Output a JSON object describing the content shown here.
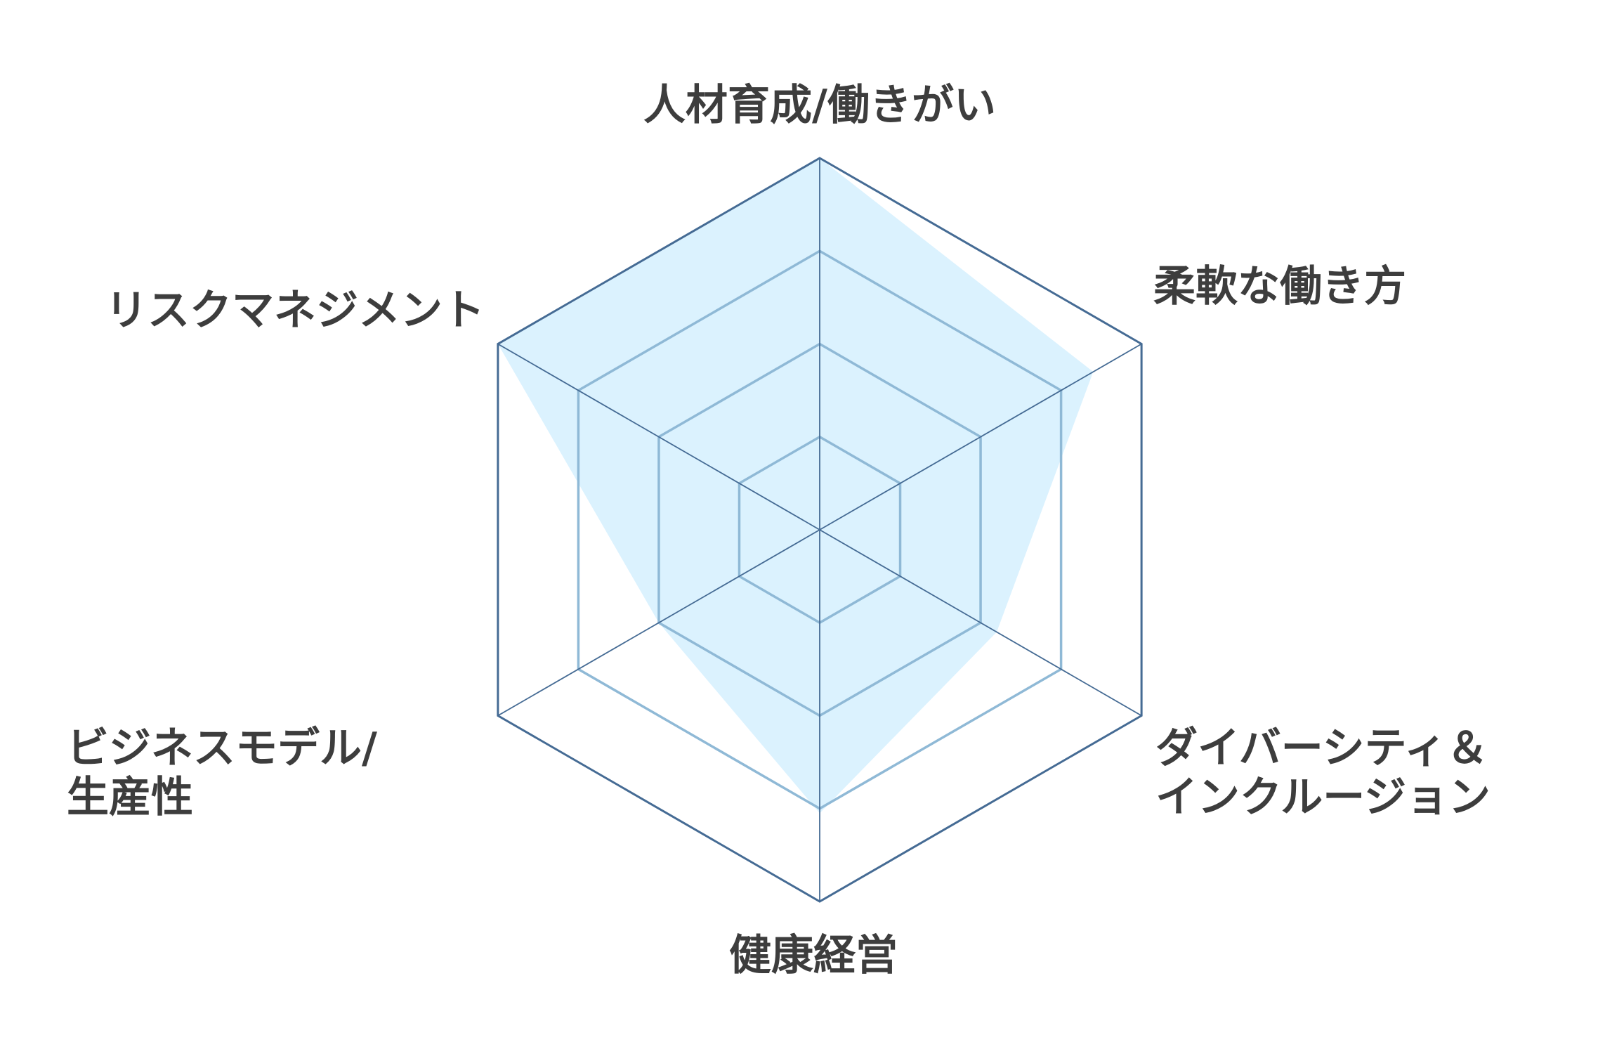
{
  "chart_data": {
    "type": "radar",
    "title": "",
    "axes": [
      {
        "label_lines": [
          "人材育成/働きがい"
        ]
      },
      {
        "label_lines": [
          "柔軟な働き方"
        ]
      },
      {
        "label_lines": [
          "ダイバーシティ＆",
          "インクルージョン"
        ]
      },
      {
        "label_lines": [
          "健康経営"
        ]
      },
      {
        "label_lines": [
          "ビジネスモデル/",
          "生産性"
        ]
      },
      {
        "label_lines": [
          "リスクマネジメント"
        ]
      }
    ],
    "series": [
      {
        "name": "",
        "values": [
          4,
          3.4,
          2.2,
          3.05,
          2,
          4
        ]
      }
    ],
    "range": [
      0,
      4
    ],
    "levels": 4,
    "grid": true,
    "legend": "none",
    "colors": {
      "fill": "#dbf2fe",
      "outer_grid": "#456b94",
      "inner_grid": "#8fb9d6",
      "text": "#3d3d3d"
    }
  }
}
